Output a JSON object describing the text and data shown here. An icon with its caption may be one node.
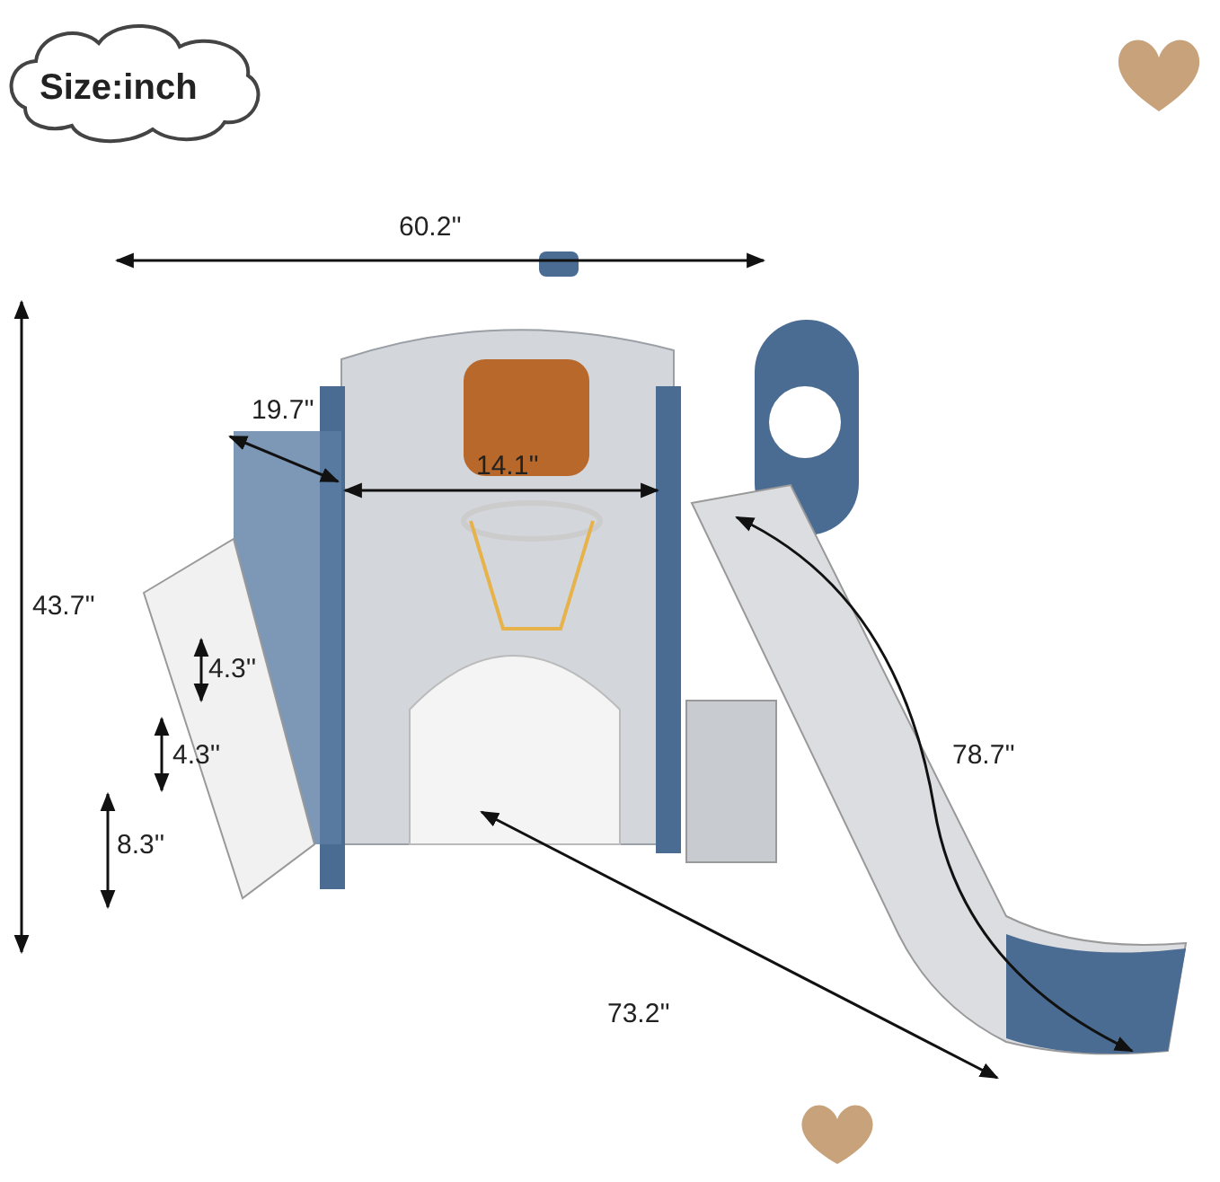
{
  "diagram": {
    "labels": [
      "Size:inch",
      "60.2''",
      "19.7''",
      "14.1''",
      "43.7''",
      "4.3''",
      "4.3''",
      "8.3''",
      "78.7''",
      "73.2''"
    ]
  }
}
